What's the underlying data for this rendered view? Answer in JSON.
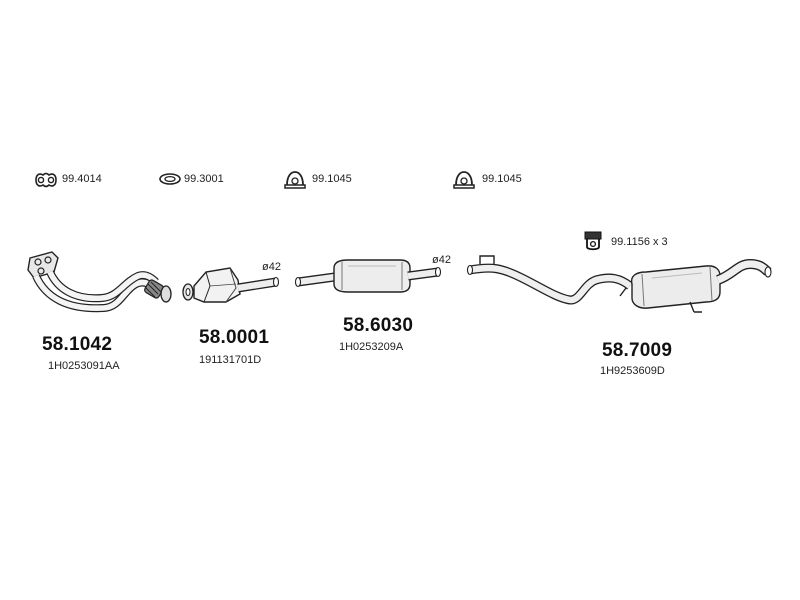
{
  "accessories": [
    {
      "code": "99.4014",
      "icon": "flange-gasket-icon"
    },
    {
      "code": "99.3001",
      "icon": "ring-gasket-icon"
    },
    {
      "code": "99.1045",
      "icon": "pipe-clamp-icon"
    },
    {
      "code": "99.1045",
      "icon": "pipe-clamp-icon"
    },
    {
      "code": "99.1156 x 3",
      "icon": "rubber-hanger-icon"
    }
  ],
  "parts": [
    {
      "number": "58.1042",
      "oem": "1H0253091AA",
      "icon": "front-downpipe-icon"
    },
    {
      "number": "58.0001",
      "oem": "191131701D",
      "icon": "catalytic-converter-icon",
      "diameter": "ø42"
    },
    {
      "number": "58.6030",
      "oem": "1H0253209A",
      "icon": "middle-silencer-icon",
      "diameter": "ø42"
    },
    {
      "number": "58.7009",
      "oem": "1H9253609D",
      "icon": "rear-silencer-icon"
    }
  ]
}
